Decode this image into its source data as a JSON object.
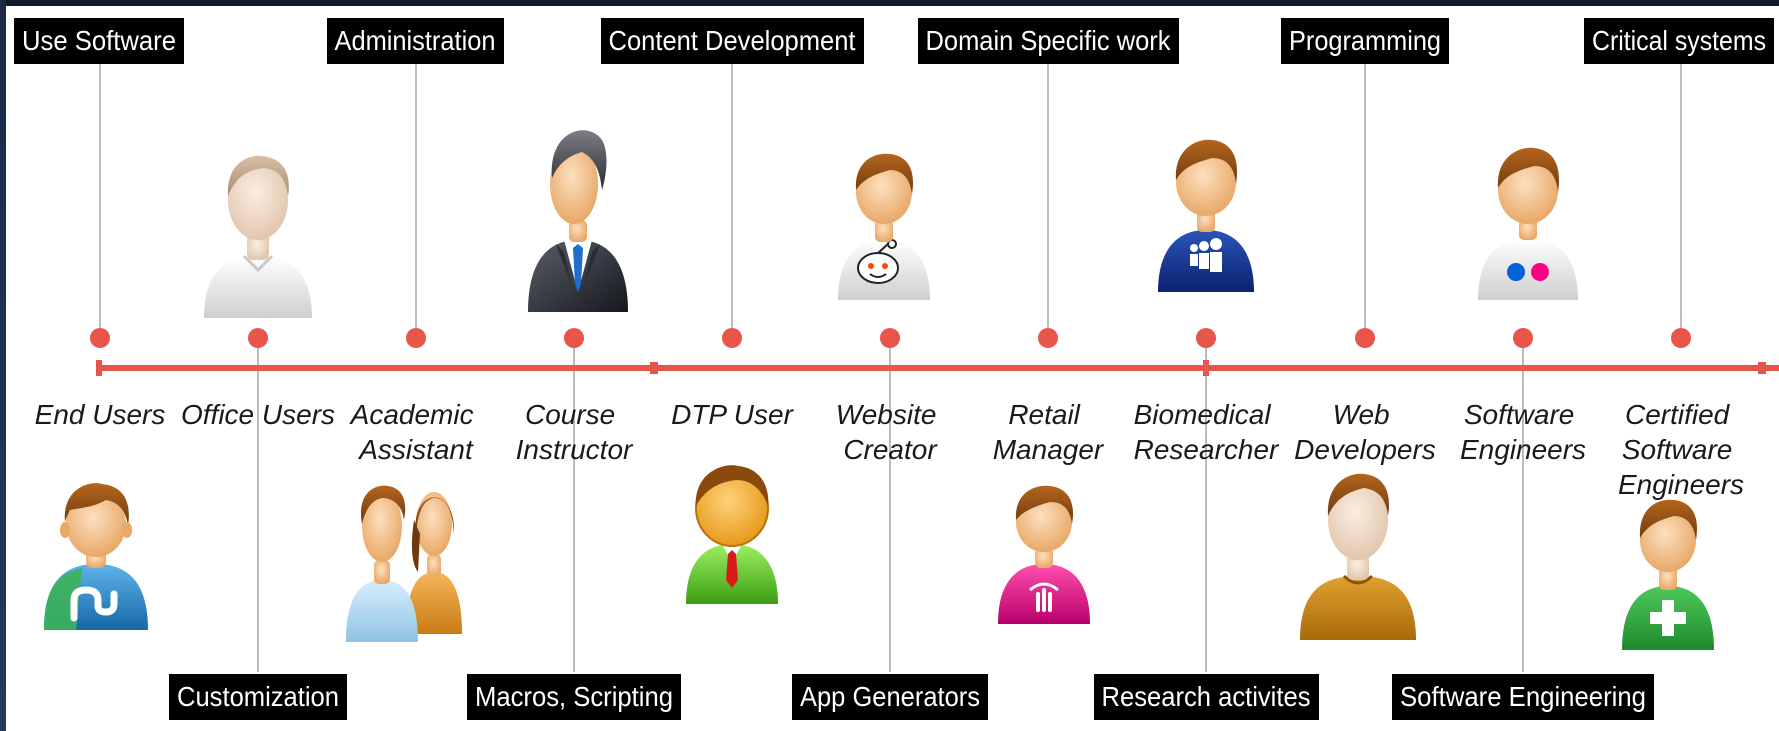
{
  "colors": {
    "timeline": "#e8554a",
    "connector": "#bdbdbd",
    "tag_background": "#000000",
    "tag_text": "#ffffff",
    "role_text": "#1a1a1a"
  },
  "top_tags": [
    "Use Software",
    "Administration",
    "Content Development",
    "Domain Specific work",
    "Programming",
    "Critical systems"
  ],
  "bottom_tags": [
    "Customization",
    "Macros, Scripting",
    "App Generators",
    "Research activites",
    "Software Engineering"
  ],
  "roles": [
    {
      "lines": [
        "End Users"
      ],
      "icon": "stumbleupon-user-icon"
    },
    {
      "lines": [
        "Office Users"
      ],
      "icon": "plain-user-icon"
    },
    {
      "lines": [
        "Academic",
        "Assistant"
      ],
      "icon": "user-pair-icon"
    },
    {
      "lines": [
        "Course",
        "Instructor"
      ],
      "icon": "businessman-icon"
    },
    {
      "lines": [
        "DTP User"
      ],
      "icon": "green-user-icon"
    },
    {
      "lines": [
        "Website",
        "Creator"
      ],
      "icon": "reddit-user-icon"
    },
    {
      "lines": [
        "Retail",
        "Manager"
      ],
      "icon": "pink-user-icon"
    },
    {
      "lines": [
        "Biomedical",
        "Researcher"
      ],
      "icon": "myspace-user-icon"
    },
    {
      "lines": [
        "Web",
        "Developers"
      ],
      "icon": "orange-user-icon"
    },
    {
      "lines": [
        "Software",
        "Engineers"
      ],
      "icon": "flickr-user-icon"
    },
    {
      "lines": [
        "Certified",
        "Software",
        "Engineers"
      ],
      "icon": "cross-user-icon"
    }
  ]
}
